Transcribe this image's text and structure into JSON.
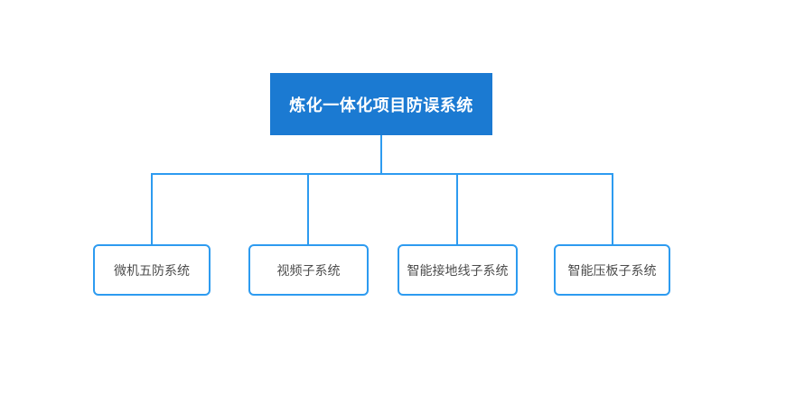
{
  "diagram": {
    "type": "org-tree",
    "root": {
      "label": "炼化一体化项目防误系统"
    },
    "children": [
      {
        "label": "微机五防系统"
      },
      {
        "label": "视频子系统"
      },
      {
        "label": "智能接地线子系统"
      },
      {
        "label": "智能压板子系统"
      }
    ],
    "colors": {
      "root_fill": "#1b7ad2",
      "root_text": "#ffffff",
      "line_color": "#2d9bf0",
      "child_border": "#2d9bf0",
      "child_fill": "#ffffff",
      "child_text": "#4d4d4d",
      "canvas_bg": "#ffffff"
    }
  }
}
